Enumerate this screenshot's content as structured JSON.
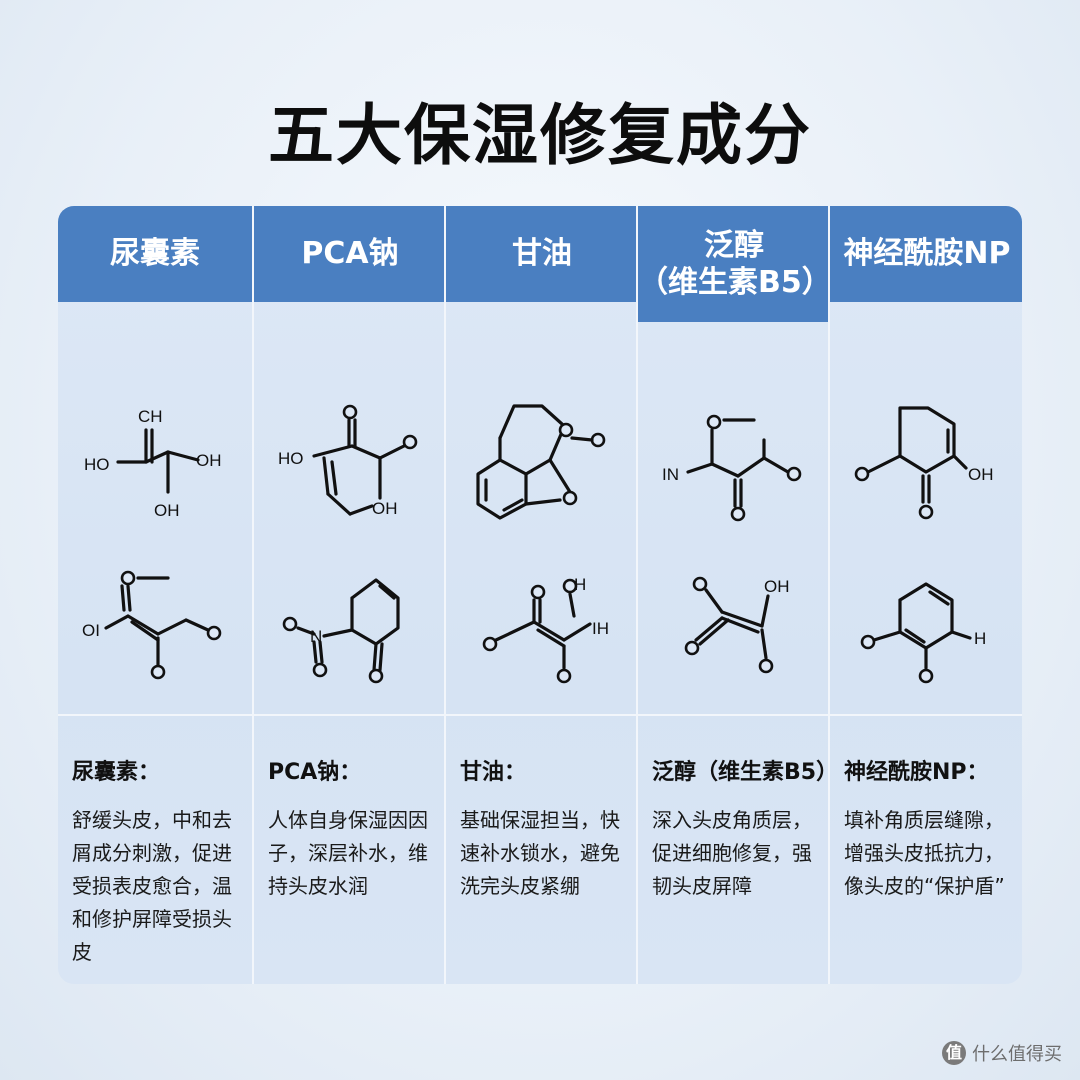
{
  "title": "五大保湿修复成分",
  "columns": [
    {
      "header": "尿囊素",
      "desc_title": "尿囊素：",
      "desc_body": "舒缓头皮，中和去屑成分刺激，促进受损表皮愈合，温和修护屏障受损头皮",
      "struct_top_labels": [
        "CH",
        "HO",
        "OH",
        "OH"
      ],
      "struct_bottom_labels": [
        "OI"
      ]
    },
    {
      "header": "PCA钠",
      "desc_title": "PCA钠：",
      "desc_body": "人体自身保湿因因子，深层补水，维持头皮水润",
      "struct_top_labels": [
        "HO",
        "OH"
      ],
      "struct_bottom_labels": [
        "N"
      ]
    },
    {
      "header": "甘油",
      "desc_title": "甘油：",
      "desc_body": "基础保湿担当，快速补水锁水，避免洗完头皮紧绷",
      "struct_top_labels": [],
      "struct_bottom_labels": [
        "H",
        "IH"
      ]
    },
    {
      "header_line1": "泛醇",
      "header_line2": "（维生素B5）",
      "desc_title": "泛醇（维生素B5）",
      "desc_body": "深入头皮角质层，促进细胞修复，强韧头皮屏障",
      "struct_top_labels": [
        "IN"
      ],
      "struct_bottom_labels": [
        "OH"
      ]
    },
    {
      "header": "神经酰胺NP",
      "desc_title": "神经酰胺NP：",
      "desc_body": "填补角质层缝隙，增强头皮抵抗力，像头皮的“保护盾”",
      "struct_top_labels": [
        "OH"
      ],
      "struct_bottom_labels": [
        "H"
      ]
    }
  ],
  "watermark": {
    "icon": "值",
    "text": "什么值得买"
  }
}
